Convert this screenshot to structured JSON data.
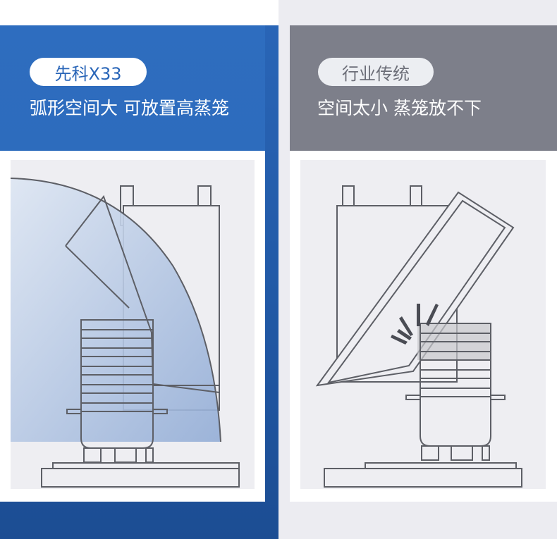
{
  "left": {
    "badge": "先科X33",
    "subtitle": "弧形空间大 可放置高蒸笼",
    "accent_color": "#2a66b8"
  },
  "right": {
    "badge": "行业传统",
    "subtitle": "空间太小 蒸笼放不下",
    "accent_color": "#7d7f8a"
  },
  "illustrations": {
    "left": "arc-hood-with-tall-steamer-icon",
    "right": "traditional-hood-blocked-steamer-icon"
  }
}
